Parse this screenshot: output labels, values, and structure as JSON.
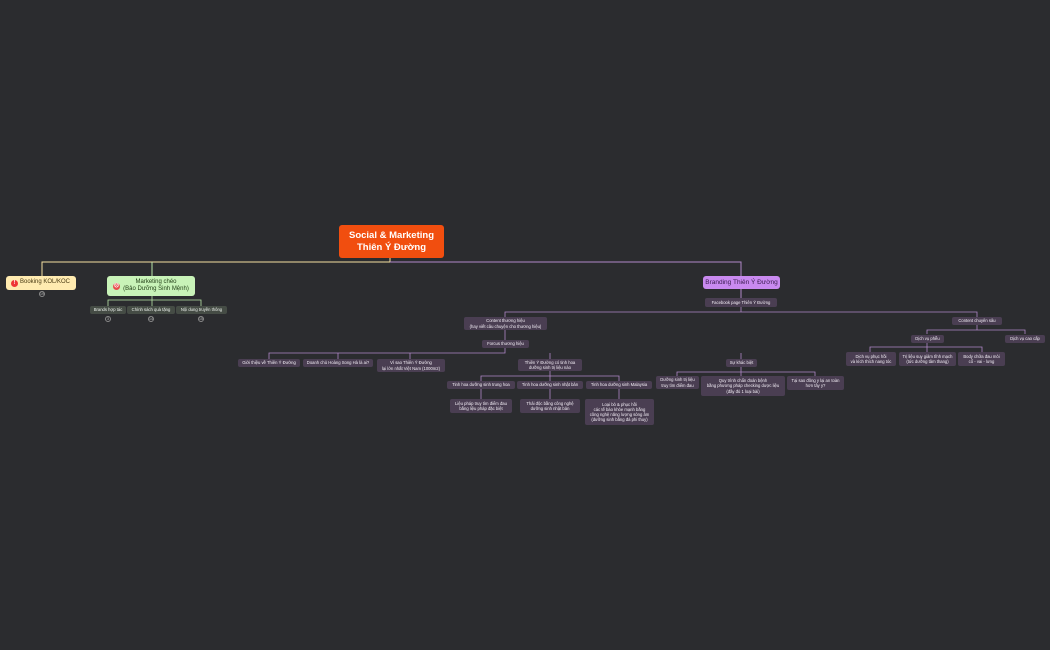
{
  "root": {
    "title": "Social & Marketing\nThiên Ý Đường"
  },
  "branches": {
    "booking": {
      "label": "Booking KOL/KOC",
      "badge": "!",
      "count": "19"
    },
    "cross": {
      "label": "Marketing chéo\n(Bảo Dưỡng Sinh Mệnh)",
      "badge": "☹",
      "children": [
        {
          "label": "Brands hợp tác",
          "count": "3"
        },
        {
          "label": "Chính sách quà tặng",
          "count": "14"
        },
        {
          "label": "Nội dung truyền thông",
          "count": "15"
        }
      ]
    },
    "branding": {
      "label": "Branding Thiên Ý Đường"
    }
  },
  "branding": {
    "fb": "Facebook page Thiên Ý Đường",
    "story": "Content thương hiệu\n(hay viết câu chuyện cho thương hiệu)",
    "focus": "Forcus thương hiệu",
    "focus_items": {
      "intro": "Giới thiệu về Thiên Ý Đường",
      "owner": "Doanh chủ Hoàng Song Hà là ai?",
      "scale": "Vì sao Thiên Ý Đường\nlại lớn nhất Việt Nam (1000m2)",
      "essence": "Thiên Ý Đường có tinh hoa\ndưỡng sinh trị liệu nào",
      "diff": "Sự khác biệt"
    },
    "essence": {
      "china": "Tinh hoa dưỡng sinh trung hoa",
      "japan": "Tinh hoa dưỡng sinh nhật bản",
      "malay": "Tinh hoa dưỡng sinh Malaysia",
      "china_detail": "Liệu pháp truy tìm điểm đau\nbằng liệu pháp đặc biệt",
      "japan_detail": "Thải độc bằng công nghệ\ndưỡng sinh nhật bản",
      "malay_detail": "Loại bỏ & phục hồi\ncác tế bào khỏe mạnh bằng\ncông nghệ năng lượng sóng âm\n(dưỡng sinh bằng đá phi thuy)"
    },
    "diff": {
      "a": "Dưỡng sinh trị liệu\ntruy tìm điểm đau",
      "b": "Quy trình chẩn đoán bệnh\nbằng phương pháp checking dược liệu\n(đầy đủ 1 loại bài)",
      "c": "Tại sao đông y lại an toàn\nhơn tây y?"
    },
    "deep": {
      "label": "Content chuyên sâu",
      "funnel": "Dịch vụ phễu",
      "premium": "Dịch vụ cao cấp",
      "f1": "Dịch vụ phục hồi\nvà kích thích nang tóc",
      "f2": "Trị liệu suy giảm tĩnh mạch\n(tức dưỡng tâm thang)",
      "f3": "Body chữa đau mỏi\ncổ - vai - lưng"
    }
  },
  "colors": {
    "background": "#2b2c2f",
    "root": "#f14e0f",
    "purple": "#c98af0",
    "link_purple": "#b088c8",
    "link_yellow": "#f5e1a0",
    "link_green": "#b9e6a8"
  }
}
